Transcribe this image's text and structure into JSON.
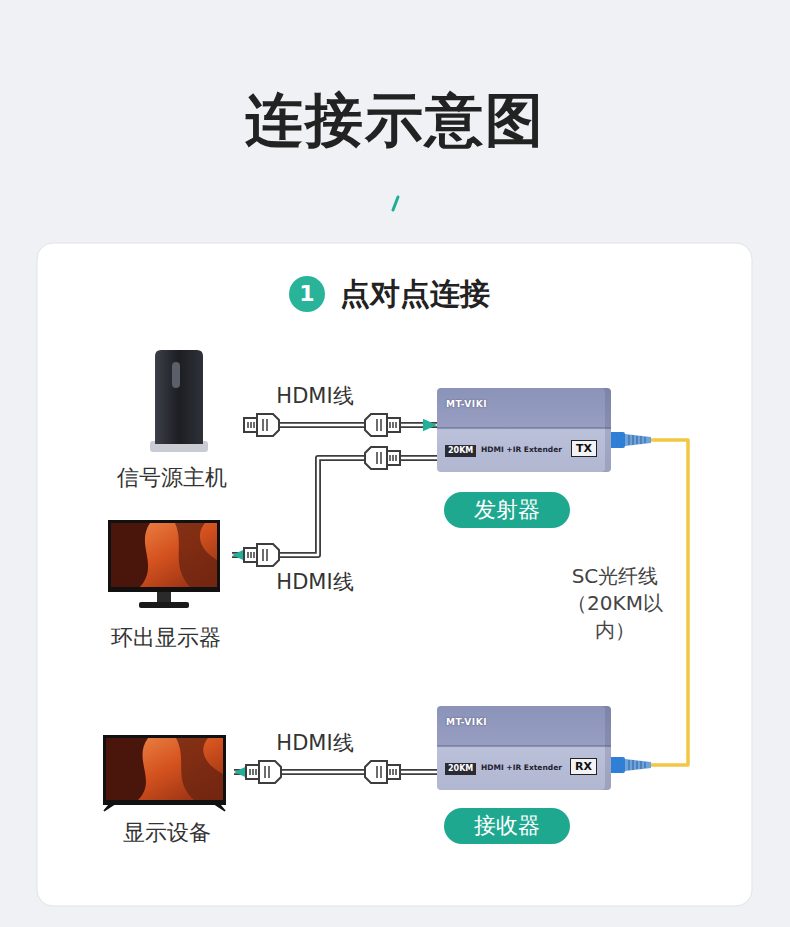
{
  "diagram": {
    "title": "连接示意图",
    "nodes": [
      {
        "text": [
          "1"
        ]
      },
      {
        "text": [
          "信号源主机"
        ]
      },
      {
        "text": [
          "MT-VIKI",
          "20KM",
          "HDMI +IR Extender",
          "TX"
        ]
      },
      {
        "text": [
          "发射器"
        ]
      },
      {
        "text": [
          "环出显示器"
        ]
      },
      {
        "text": [
          "MT-VIKI",
          "20KM",
          "HDMI +IR Extender",
          "RX"
        ]
      },
      {
        "text": [
          "显示设备"
        ]
      },
      {
        "text": [
          "接收器"
        ]
      }
    ],
    "edges": [
      {
        "from": 1,
        "to": 2,
        "label": "HDMI线",
        "arrow": "to"
      },
      {
        "from": 2,
        "to": 4,
        "label": "HDMI线",
        "arrow": "to"
      },
      {
        "from": 2,
        "to": 5,
        "label": "SC光纤线 （20KM以内）",
        "arrow": "none"
      },
      {
        "from": 5,
        "to": 6,
        "label": "HDMI线",
        "arrow": "to"
      }
    ],
    "labels": [
      "点对点连接"
    ]
  }
}
